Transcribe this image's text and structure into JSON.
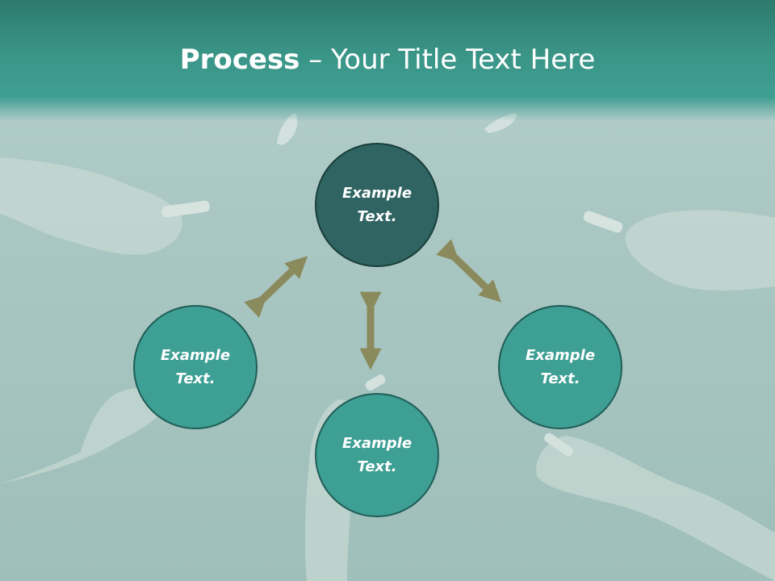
{
  "slide": {
    "title_bold": "Process",
    "title_rest": " – Your Title Text Here",
    "colors": {
      "title_band": "#3a9587",
      "center_node": "#2f6462",
      "outer_node": "#3e9f94",
      "arrow": "#8a8a5c",
      "background": "#acc8c4"
    }
  },
  "nodes": {
    "top": "Example Text.",
    "left": "Example Text.",
    "bottom": "Example Text.",
    "right": "Example Text."
  }
}
